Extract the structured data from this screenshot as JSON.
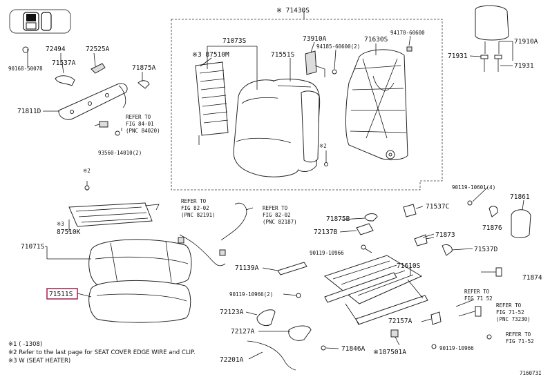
{
  "icons": {
    "toggle": "seat-toggle-icon"
  },
  "labels": {
    "p71430S": "※ 71430S",
    "p71073S": "71073S",
    "p87510M": "※3 87510M",
    "p71551S": "71551S",
    "p73910A": "73910A",
    "p71630S": "71630S",
    "p94170": "94170-60600",
    "p94185": "94185-60600(2)",
    "p71910A": "71910A",
    "p71931a": "71931",
    "p71931b": "71931",
    "p72494": "72494",
    "p72525A": "72525A",
    "p71537A": "71537A",
    "p90168": "90168-50078",
    "p71875A": "71875A",
    "p71811D": "71811D",
    "refer1a": "REFER TO",
    "refer1b": "FIG 84-01",
    "refer1c": "(PNC 84020)",
    "p93560": "93560-14010(2)",
    "x2a": "※2",
    "x2b": "※2",
    "x3": "※3",
    "p87510K": "87510K",
    "p71071S": "71071S",
    "p71511S": "71511S",
    "refer2a": "REFER TO",
    "refer2b": "FIG 82-02",
    "refer2c": "(PNC 82191)",
    "refer3a": "REFER TO",
    "refer3b": "FIG 82-02",
    "refer3c": "(PNC 82187)",
    "p90119_10601": "90119-10601(4)",
    "p71861": "71861",
    "p71875B": "71875B",
    "p71537C": "71537C",
    "p72137B": "72137B",
    "p71876": "71876",
    "p71873": "71873",
    "p90119_10966a": "90119-10966",
    "p71537D": "71537D",
    "p71139A": "71139A",
    "p71610S": "71610S",
    "p71874": "71874",
    "p90119_10966b": "90119-10966(2)",
    "refer4a": "REFER TO",
    "refer4b": "FIG 71 52",
    "p72123A": "72123A",
    "refer5a": "REFER TO",
    "refer5b": "FIG 71-52",
    "refer5c": "(PNC 73230)",
    "p72157A": "72157A",
    "p72127A": "72127A",
    "refer6a": "REFER TO",
    "refer6b": "FIG 71-52",
    "p90119_10966c": "90119-10966",
    "p71846A": "71846A",
    "p87501A": "※187501A",
    "p72201A": "72201A",
    "fig_id": "716073I"
  },
  "notes": [
    "※1 (      -1308)",
    "※2 Refer to the last page for SEAT COVER EDGE WIRE and CLIP.",
    "※3 W (SEAT HEATER)"
  ]
}
